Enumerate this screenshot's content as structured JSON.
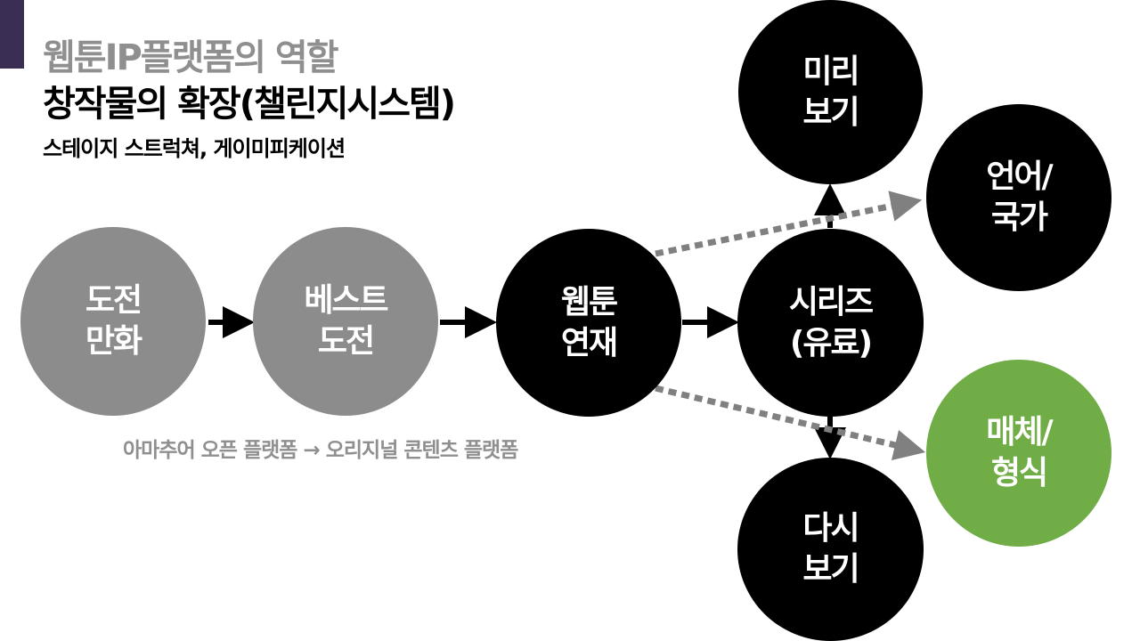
{
  "header": {
    "title_line1": "웹툰IP플랫폼의 역할",
    "title_line2": "창작물의 확장(챌린지시스템)",
    "subtitle": "스테이지 스트럭쳐, 게이미피케이션"
  },
  "caption": "아마추어 오픈 플랫폼 → 오리지널 콘텐츠 플랫폼",
  "nodes": {
    "challenge_manga": "도전\n만화",
    "best_challenge": "베스트\n도전",
    "webtoon_serial": "웹툰\n연재",
    "series_paid": "시리즈\n(유료)",
    "preview": "미리\n보기",
    "rewatch": "다시\n보기",
    "language_country": "언어/\n국가",
    "media_format": "매체/\n형식"
  },
  "colors": {
    "gray_node": "#8c8c8c",
    "black_node": "#000000",
    "green_node": "#70ad47",
    "accent": "#3a2e55",
    "dotted_arrow": "#808080"
  }
}
